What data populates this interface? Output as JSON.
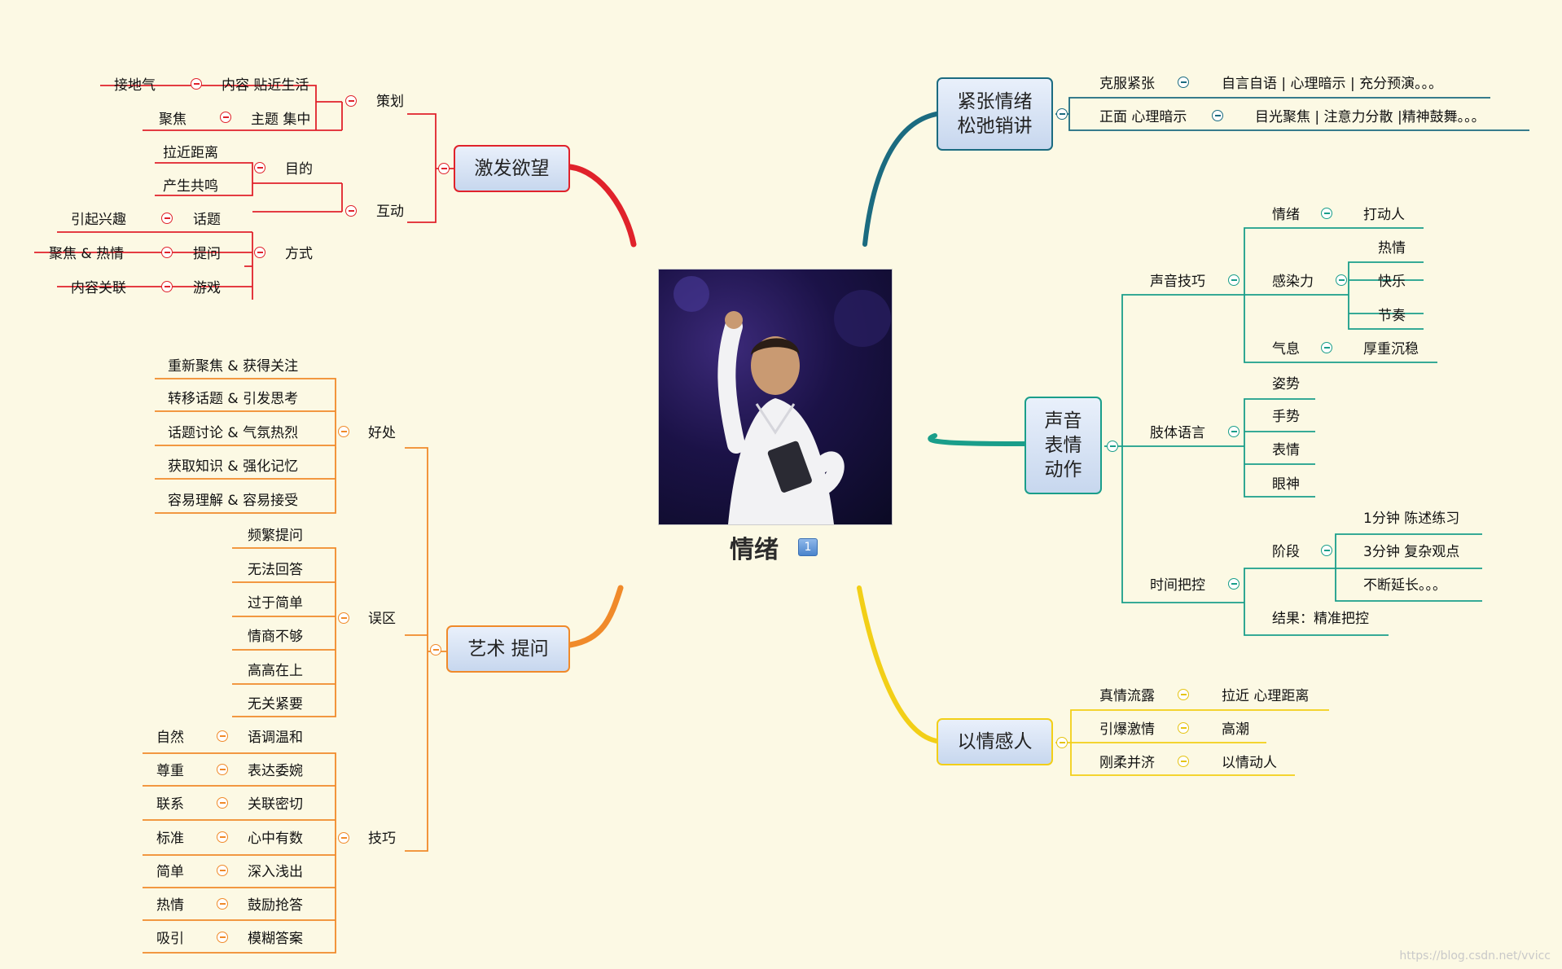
{
  "center": {
    "title": "情绪",
    "badge_icon": "priority-one-icon"
  },
  "watermark": "https://blog.csdn.net/vvicc",
  "branches": {
    "desire": {
      "topic": "激发欲望",
      "plan": {
        "label": "策划",
        "items": [
          {
            "a": "接地气",
            "b": "内容 贴近生活"
          },
          {
            "a": "聚焦",
            "b": "主题 集中"
          }
        ]
      },
      "interact": {
        "label": "互动",
        "goal": {
          "label": "目的",
          "items": [
            "拉近距离",
            "产生共鸣"
          ]
        },
        "method": {
          "label": "方式",
          "items": [
            {
              "a": "引起兴趣",
              "b": "话题"
            },
            {
              "a": "聚焦 & 热情",
              "b": "提问"
            },
            {
              "a": "内容关联",
              "b": "游戏"
            }
          ]
        }
      }
    },
    "ask": {
      "topic": "艺术 提问",
      "benefit": {
        "label": "好处",
        "items": [
          "重新聚焦 & 获得关注",
          "转移话题 & 引发思考",
          "话题讨论 & 气氛热烈",
          "获取知识 & 强化记忆",
          "容易理解 & 容易接受"
        ]
      },
      "pitfall": {
        "label": "误区",
        "items": [
          "频繁提问",
          "无法回答",
          "过于简单",
          "情商不够",
          "高高在上",
          "无关紧要"
        ]
      },
      "skill": {
        "label": "技巧",
        "items": [
          {
            "a": "自然",
            "b": "语调温和"
          },
          {
            "a": "尊重",
            "b": "表达委婉"
          },
          {
            "a": "联系",
            "b": "关联密切"
          },
          {
            "a": "标准",
            "b": "心中有数"
          },
          {
            "a": "简单",
            "b": "深入浅出"
          },
          {
            "a": "热情",
            "b": "鼓励抢答"
          },
          {
            "a": "吸引",
            "b": "模糊答案"
          }
        ]
      }
    },
    "tension": {
      "topic": "紧张情绪\n松弛销讲",
      "items": [
        {
          "a": "克服紧张",
          "b": "自言自语 | 心理暗示 | 充分预演。。。"
        },
        {
          "a": "正面 心理暗示",
          "b": "目光聚焦 | 注意力分散 |精神鼓舞。。。"
        }
      ]
    },
    "voice": {
      "topic": "声音\n表情\n动作",
      "sound": {
        "label": "声音技巧",
        "emotion": {
          "a": "情绪",
          "b": "打动人"
        },
        "appeal": {
          "label": "感染力",
          "items": [
            "热情",
            "快乐",
            "节奏"
          ]
        },
        "breath": {
          "a": "气息",
          "b": "厚重沉稳"
        }
      },
      "body": {
        "label": "肢体语言",
        "items": [
          "姿势",
          "手势",
          "表情",
          "眼神"
        ]
      },
      "time": {
        "label": "时间把控",
        "stage": {
          "label": "阶段",
          "items": [
            "1分钟 陈述练习",
            "3分钟 复杂观点",
            "不断延长。。。"
          ]
        },
        "result": "结果：精准把控"
      }
    },
    "move": {
      "topic": "以情感人",
      "items": [
        {
          "a": "真情流露",
          "b": "拉近 心理距离"
        },
        {
          "a": "引爆激情",
          "b": "高潮"
        },
        {
          "a": "刚柔并济",
          "b": "以情动人"
        }
      ]
    }
  },
  "colors": {
    "red": "#e0222b",
    "orange": "#f08a2a",
    "teal": "#1b6b80",
    "green": "#1a9e8a",
    "yellow": "#f2cf17"
  }
}
